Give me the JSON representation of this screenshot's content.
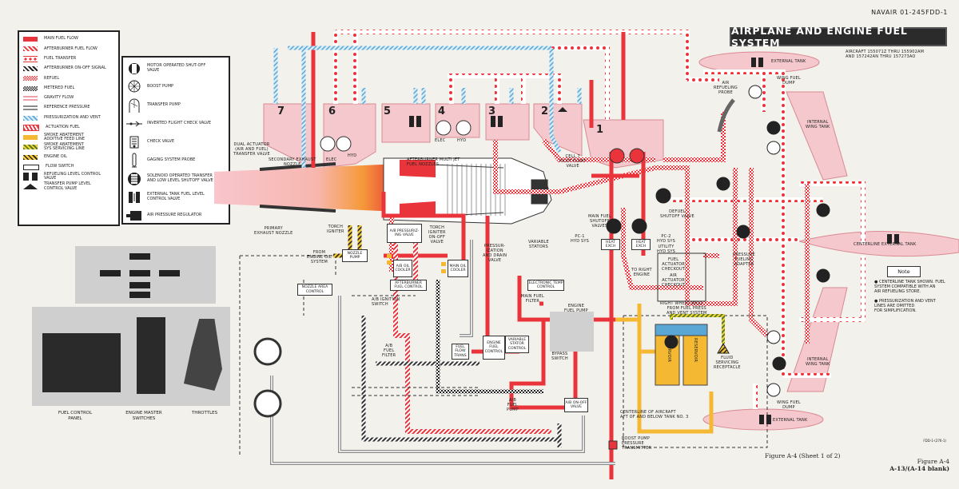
{
  "header": {
    "doc_id": "NAVAIR 01-245FDD-1",
    "title": "AIRPLANE AND ENGINE FUEL SYSTEM",
    "aircraft_note": "AIRCRAFT 155071z THRU 155902am\nAND 157242an THRU 157273ao"
  },
  "legend_lines": {
    "items": [
      {
        "label": "MAIN FUEL FLOW",
        "swatch": "solid-red",
        "color": "#e8343a"
      },
      {
        "label": "AFTERBURNER FUEL FLOW",
        "swatch": "red-hatch",
        "color": "#e8343a"
      },
      {
        "label": "FUEL TRANSFER",
        "swatch": "red-dotted",
        "color": "#e8343a"
      },
      {
        "label": "AFTERBURNER ON-OFF SIGNAL",
        "swatch": "black-hatch",
        "color": "#222222"
      },
      {
        "label": "REFUEL",
        "swatch": "red-checker",
        "color": "#e8343a"
      },
      {
        "label": "METERED FUEL",
        "swatch": "black-checker",
        "color": "#222222"
      },
      {
        "label": "GRAVITY FLOW",
        "swatch": "pink-double",
        "color": "#f0a0a8"
      },
      {
        "label": "REFERENCE PRESSURE",
        "swatch": "gray-double",
        "color": "#8a8a8a"
      },
      {
        "label": "PRESSURIZATION AND VENT",
        "swatch": "blue-hatch",
        "color": "#5aa7d6"
      },
      {
        "label": "ACTUATION FUEL",
        "swatch": "red-zigzag",
        "color": "#e8343a"
      },
      {
        "label": "SMOKE ABATEMENT\nADDITIVE FEED LINE",
        "swatch": "solid-orange",
        "color": "#f5b833"
      },
      {
        "label": "SMOKE ABATEMENT\nSYS SERVICING LINE",
        "swatch": "green-yellow-hatch",
        "color": "#8da33a"
      },
      {
        "label": "ENGINE OIL",
        "swatch": "yellow-black-hatch",
        "color": "#e8b82a"
      },
      {
        "label": "FLOW SWITCH",
        "swatch": "flow-switch-icon",
        "color": "#222222"
      },
      {
        "label": "REFUELING LEVEL CONTROL\nVALVE",
        "swatch": "level-control-valve-icon",
        "color": "#222222"
      },
      {
        "label": "TRANSFER PUMP LEVEL\nCONTROL VALVE",
        "swatch": "triangle-icon",
        "color": "#222222"
      }
    ]
  },
  "legend_symbols": {
    "items": [
      {
        "label": "MOTOR OPERATED SHUT-OFF\nVALVE",
        "icon": "motor-valve-icon"
      },
      {
        "label": "BOOST PUMP",
        "icon": "boost-pump-icon"
      },
      {
        "label": "TRANSFER PUMP",
        "icon": "transfer-pump-icon"
      },
      {
        "label": "INVERTED FLIGHT CHECK VALVE",
        "icon": "inverted-check-valve-icon"
      },
      {
        "label": "CHECK VALVE",
        "icon": "check-valve-icon"
      },
      {
        "label": "GAGING SYSTEM PROBE",
        "icon": "probe-icon"
      },
      {
        "label": "SOLENOID OPERATED TRANSFER\nAND LOW LEVEL SHUTOFF VALVE",
        "icon": "solenoid-valve-icon"
      },
      {
        "label": "EXTERNAL TANK FUEL LEVEL\nCONTROL VALVE",
        "icon": "ext-level-valve-icon"
      },
      {
        "label": "AIR PRESSURE REGULATOR",
        "icon": "air-regulator-icon"
      }
    ]
  },
  "tanks": {
    "numbers": [
      "7",
      "6",
      "5",
      "4",
      "3",
      "2",
      "1"
    ],
    "external_tank_top": "EXTERNAL TANK",
    "external_tank_bottom": "EXTERNAL TANK",
    "centerline_tank": "CENTERLINE EXTERNAL TANK",
    "internal_wing_top": "INTERNAL\nWING TANK",
    "internal_wing_bottom": "INTERNAL\nWING TANK"
  },
  "components": {
    "dual_actuator": "DUAL ACTUATOR\n(AIR AND FUEL)\nTRANSFER VALVE",
    "secondary_nozzle": "SECONDARY EXHAUST\nNOZZLE",
    "primary_nozzle": "PRIMARY\nEXHAUST NOZZLE",
    "ab_nozzles": "AFTERBURNER MULTI JET\nFUEL NOZZLES",
    "elec_1": "ELEC",
    "hyd_1": "HYD",
    "elec_2": "ELEC",
    "hyd_2": "HYD",
    "pilot_float": "CELL 7\nPILOT FLOAT\nVALVE",
    "torch_igniter": "TORCH\nIGNITER",
    "from_engine_oil": "FROM\nENGINE OIL\nSYSTEM",
    "nozzle_pump": "NOZZLE\nPUMP",
    "nozzle_area": "NOZZLE\nAREA CONTROL",
    "ab_press_valve": "A/B\nPRESSURIZ-\nING VALVE",
    "torch_onoff": "TORCH\nIGNITER\nON-OFF\nVALVE",
    "ab_oil_cooler": "A/B\nOIL\nCOOLER",
    "main_oil_cooler": "MAIN\nOIL\nCOOLER",
    "press_drain": "PRESSUR-\nIZATION\nAND DRAIN\nVALVE",
    "variable_stators": "VARIABLE\nSTATORS",
    "ab_fuel_control": "AFTERBURNER\nFUEL CONTROL",
    "ab_ignition": "A/B IGNITION\nSWITCH",
    "electronic_temp": "ELECTRONIC\nTEMP CONTROL",
    "main_fuel_filter": "MAIN FUEL\nFILTER",
    "engine_fuel_pump": "ENGINE\nFUEL PUMP",
    "ab_fuel_filter": "A/B\nFUEL\nFILTER",
    "fuel_flow_trans": "FUEL\nFLOW\nTRANS",
    "engine_fuel_control": "ENGINE\nFUEL\nCONTROL",
    "vs_control": "VARIABLE\nSTATOR\nCONTROL",
    "bypass_switch": "BYPASS\nSWITCH",
    "ab_fuel_pump": "A/B\nFUEL\nPUMP",
    "ab_onoff": "A/B\nON-OFF\nVALVE",
    "boost_pump_xmtr": "BOOST PUMP\nPRESSURE\nTRANSMITTER",
    "main_shutoff": "MAIN FUEL\nSHUTOFF\nVALVES",
    "pc1": "PC-1\nHYD SYS",
    "pc2": "PC-2\nHYD SYS",
    "utility": "UTILITY\nHYD SYS",
    "heat_exch_1": "HEAT\nEXCH",
    "heat_exch_2": "HEAT\nEXCH",
    "to_right_engine": "TO RIGHT\nENGINE",
    "defuel": "DEFUEL\nSHUTOFF VALVE",
    "fuel_act_check": "FUEL\nACTUATOR\nCHECKOUT",
    "air_act_check": "AIR\nACTUATOR\nCHECKOUT",
    "right_wheel_well": "RIGHT WHEEL WELL",
    "from_fuel_press": "FROM FUEL PRESS\nAND VENT SYSTEM",
    "reservoir": "RESERVOIR",
    "fluid_servicing": "FLUID\nSERVICING\nRECEPTACLE",
    "centerline_aircraft": "CENTERLINE OF AIRCRAFT\nAFT OF AND BELOW TANK NO. 3",
    "air_refueling_probe": "AIR\nREFUELING\nPROBE",
    "wing_fuel_dump_top": "WING FUEL\nDUMP",
    "wing_fuel_dump_bottom": "WING FUEL\nDUMP",
    "pressure_fueling": "PRESSURE\nFUELING\nADAPTER"
  },
  "photos": {
    "fuel_control_panel": "FUEL CONTROL\nPANEL",
    "engine_master": "ENGINE MASTER\nSWITCHES",
    "throttles": "THROTTLES"
  },
  "notes": {
    "heading": "Note",
    "items": [
      "CENTERLINE TANK SHOWN. FUEL\nSYSTEM COMPATIBLE WITH AN\nAIR REFUELING STORE.",
      "PRESSURIZATION AND VENT\nLINES ARE OMITTED\nFOR SIMPLIFICATION."
    ]
  },
  "footer": {
    "figure_code": "FDD-1-(276-1)",
    "caption": "Figure A-4 (Sheet 1 of 2)",
    "figure_ref": "Figure A-4",
    "page": "A-13/(A-14 blank)"
  },
  "colors": {
    "main_fuel": "#e8343a",
    "tank_fill": "#f4c8cc",
    "vent": "#7fbde0",
    "smoke": "#f5b833",
    "ink": "#222222",
    "paper": "#f3f1ec"
  }
}
